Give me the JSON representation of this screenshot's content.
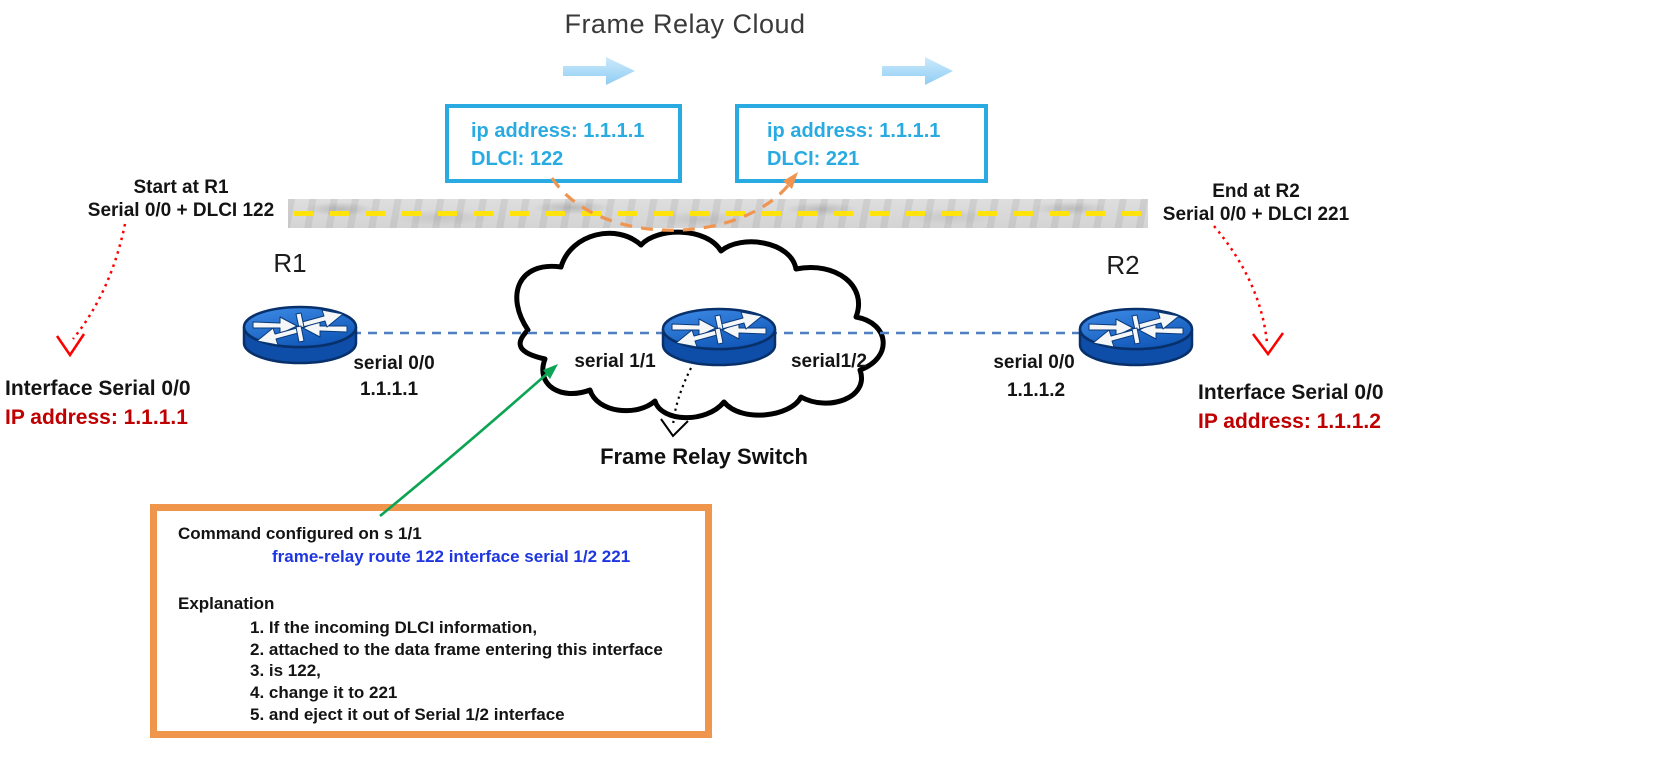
{
  "title": "Frame Relay Cloud",
  "flow_boxes": {
    "left": {
      "ip": "ip address: 1.1.1.1",
      "dlci": "DLCI: 122"
    },
    "right": {
      "ip": "ip address: 1.1.1.1",
      "dlci": "DLCI: 221"
    }
  },
  "path_labels": {
    "start_line1": "Start at R1",
    "start_line2": "Serial 0/0 + DLCI 122",
    "end_line1": "End at R2",
    "end_line2": "Serial 0/0 + DLCI 221"
  },
  "interface_labels": {
    "left_line1": "Interface Serial 0/0",
    "left_line2": "IP address: 1.1.1.1",
    "right_line1": "Interface Serial 0/0",
    "right_line2": "IP address: 1.1.1.2"
  },
  "devices": {
    "r1": {
      "name": "R1",
      "interface": "serial 0/0",
      "ip": "1.1.1.1"
    },
    "r2": {
      "name": "R2",
      "interface": "serial 0/0",
      "ip": "1.1.1.2"
    },
    "frame_relay_switch": {
      "label": "Frame Relay Switch",
      "interface_left": "serial 1/1",
      "interface_right": "serial1/2"
    }
  },
  "command_box": {
    "heading": "Command configured on s 1/1",
    "command": "frame-relay route 122 interface serial 1/2 221",
    "explanation_heading": "Explanation",
    "explanation_items": [
      "1. If the incoming DLCI information,",
      "2. attached to the data frame entering this interface",
      "3. is 122,",
      "4. change it to 221",
      "5. and eject it out of Serial 1/2 interface"
    ]
  },
  "colors": {
    "cyan_accent": "#29abe2",
    "orange_accent": "#f0954c",
    "command_blue": "#1e36e0",
    "dark_red": "#c00000",
    "arrow_red": "#ff0000",
    "arrow_green": "#0ba453",
    "router_blue": "#1c6fd6",
    "link_dash_blue": "#4d7fc1",
    "flow_arrow_blue": "#9fd5f6"
  }
}
